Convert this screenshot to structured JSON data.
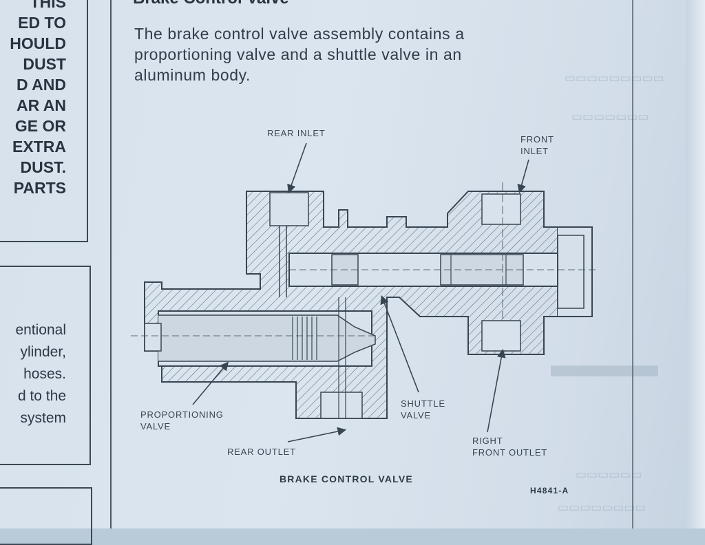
{
  "left_column": {
    "warning_lines": [
      "THIS",
      "ED TO",
      "HOULD",
      "DUST",
      "D AND",
      "AR AN",
      "GE OR",
      "EXTRA",
      "DUST.",
      "PARTS"
    ],
    "note_lines": [
      "entional",
      "ylinder,",
      "hoses.",
      "d to the",
      "system"
    ]
  },
  "section": {
    "heading": "Brake Control Valve",
    "paragraph_lines": [
      "The brake control valve assembly contains a",
      "proportioning valve and a shuttle valve in an",
      "aluminum body."
    ]
  },
  "diagram": {
    "labels": {
      "rear_inlet": "REAR INLET",
      "front_inlet_1": "FRONT",
      "front_inlet_2": "INLET",
      "proportioning_1": "PROPORTIONING",
      "proportioning_2": "VALVE",
      "shuttle_1": "SHUTTLE",
      "shuttle_2": "VALVE",
      "rear_outlet": "REAR OUTLET",
      "right_front_1": "RIGHT",
      "right_front_2": "FRONT OUTLET"
    },
    "caption": "BRAKE CONTROL VALVE",
    "figure_id": "H4841-A"
  },
  "colors": {
    "ink": "#3a4552",
    "paper": "#d7e2ec",
    "hatch": "#5d6a78"
  }
}
